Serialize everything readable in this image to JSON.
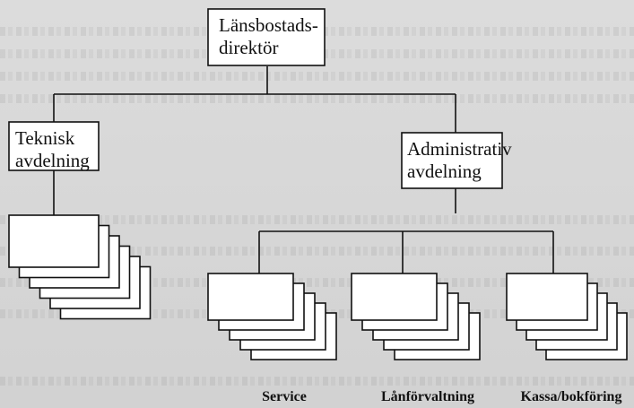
{
  "diagram": {
    "root": {
      "lines": [
        "Länsbostads-",
        "direktör"
      ]
    },
    "left_dept": {
      "lines": [
        "Teknisk",
        "avdelning"
      ]
    },
    "right_dept": {
      "lines": [
        "Administrativ",
        "avdelning"
      ]
    },
    "units": [
      {
        "label": "Service"
      },
      {
        "label": "Lånförvaltning"
      },
      {
        "label": "Kassa/bokföring"
      }
    ]
  },
  "colors": {
    "line": "#111111",
    "box_fill": "#ffffff",
    "background": "#d9d9d9"
  }
}
